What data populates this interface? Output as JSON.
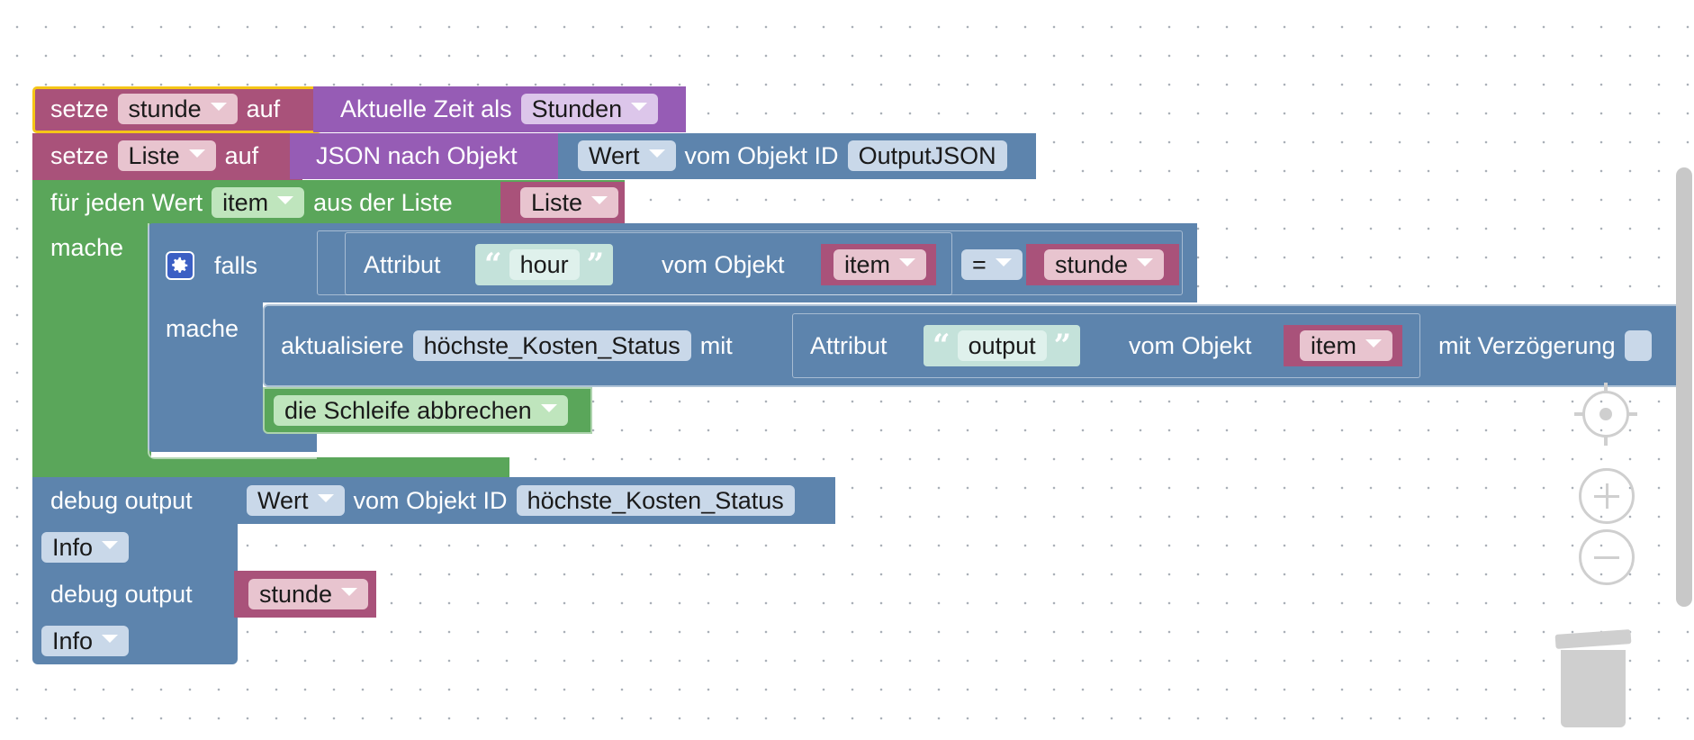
{
  "blocks": {
    "set_stunde": {
      "keyword": "setze",
      "var": "stunde",
      "to": "auf",
      "time_label": "Aktuelle Zeit als",
      "time_unit": "Stunden"
    },
    "set_liste": {
      "keyword": "setze",
      "var": "Liste",
      "to": "auf",
      "json_label": "JSON nach Objekt",
      "prop": "Wert",
      "obj_label": "vom Objekt ID",
      "obj_id": "OutputJSON"
    },
    "for_each": {
      "label": "für jeden Wert",
      "var": "item",
      "from": "aus der Liste",
      "list": "Liste",
      "do": "mache"
    },
    "if_block": {
      "label": "falls",
      "attr_label": "Attribut",
      "attr_name": "hour",
      "of_obj": "vom Objekt",
      "obj": "item",
      "op": "=",
      "compare": "stunde",
      "do": "mache"
    },
    "update": {
      "label": "aktualisiere",
      "state": "höchste_Kosten_Status",
      "with": "mit",
      "attr_label": "Attribut",
      "attr_name": "output",
      "of_obj": "vom Objekt",
      "obj": "item",
      "delay": "mit Verzögerung"
    },
    "break_loop": {
      "label": "die Schleife abbrechen"
    },
    "debug1": {
      "label": "debug output",
      "prop": "Wert",
      "obj_label": "vom Objekt ID",
      "obj_id": "höchste_Kosten_Status",
      "level": "Info"
    },
    "debug2": {
      "label": "debug output",
      "var": "stunde",
      "level": "Info"
    }
  },
  "colors": {
    "variables": "#a9527a",
    "time": "#965cb5",
    "states": "#5d84ad",
    "loops": "#5aa65a",
    "selected": "#f5c518"
  },
  "controls": [
    "center-icon",
    "zoom-in-icon",
    "zoom-out-icon",
    "trash-icon"
  ]
}
